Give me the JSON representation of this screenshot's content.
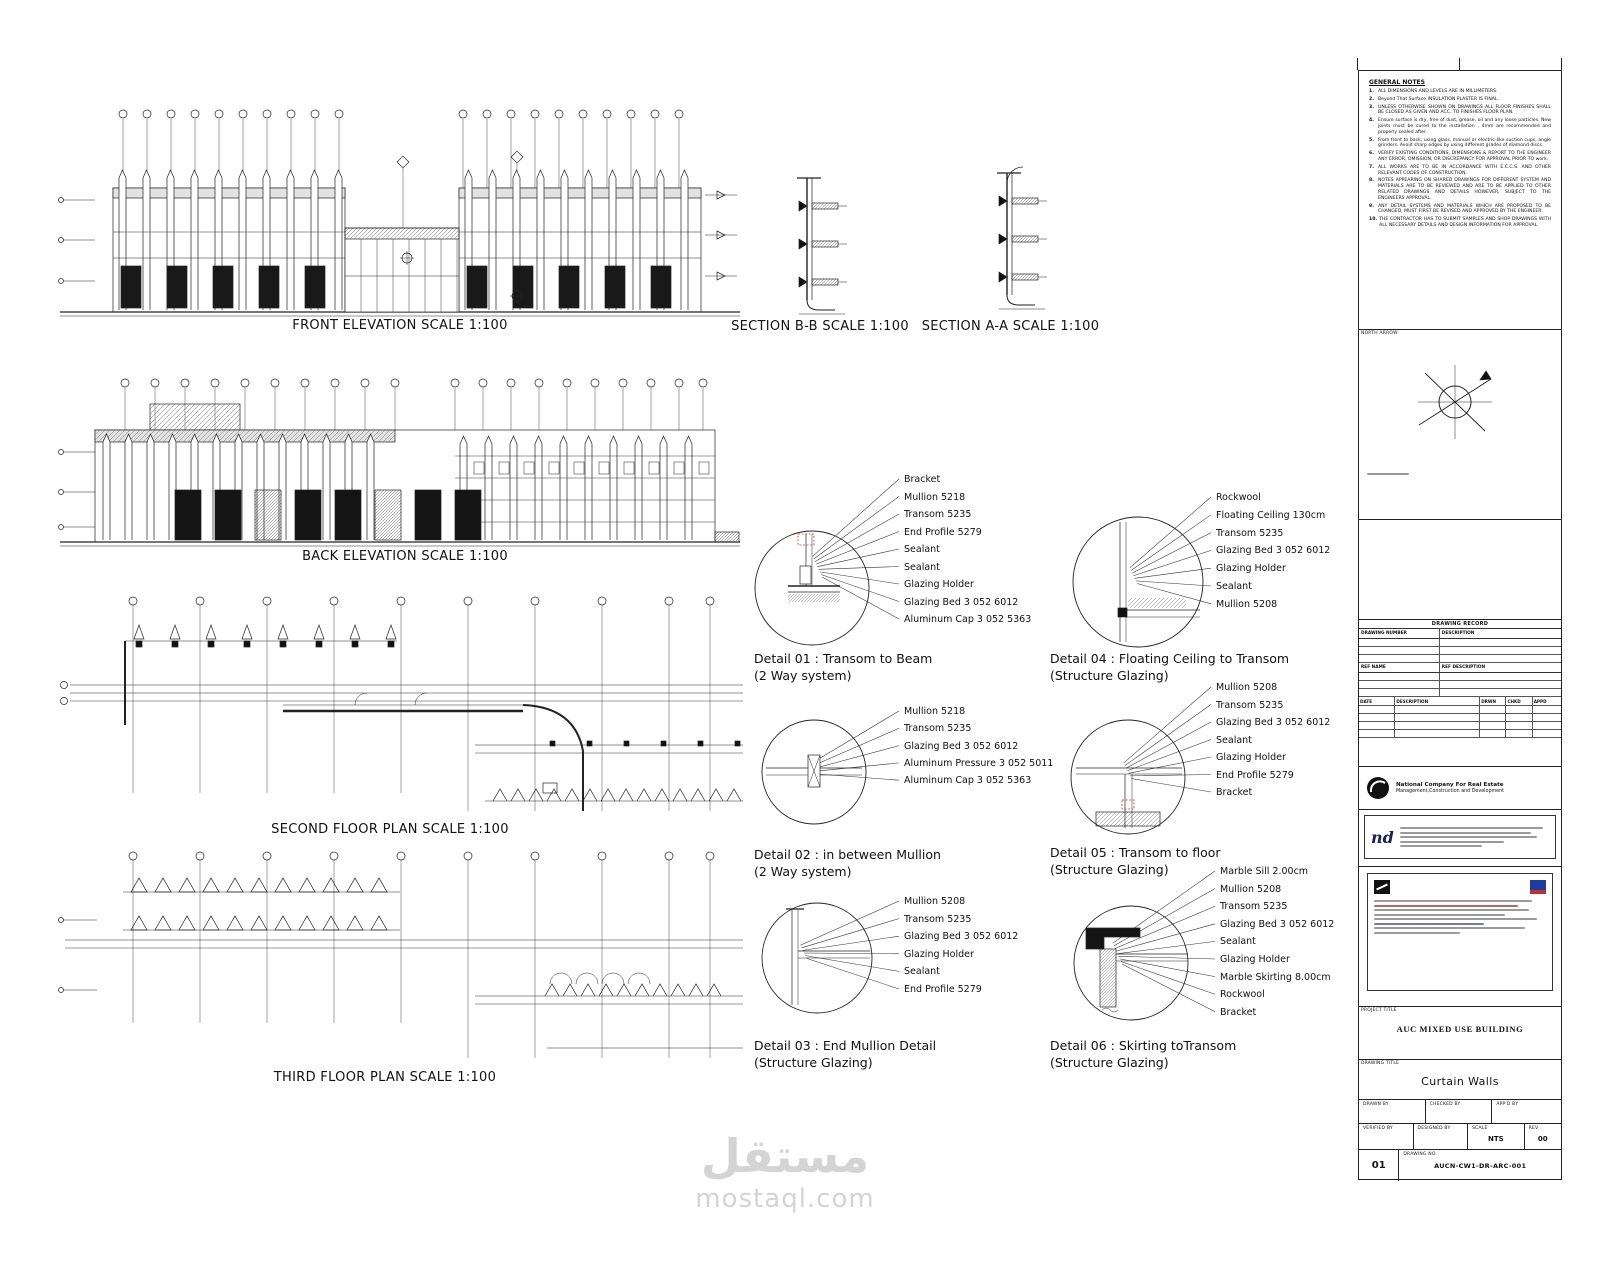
{
  "captions": {
    "front_elevation": "FRONT ELEVATION SCALE 1:100",
    "section_bb": "SECTION B-B SCALE 1:100",
    "section_aa": "SECTION A-A SCALE 1:100",
    "back_elevation": "BACK ELEVATION SCALE 1:100",
    "second_floor": "SECOND FLOOR PLAN SCALE 1:100",
    "third_floor": "THIRD FLOOR PLAN SCALE 1:100"
  },
  "details": [
    {
      "title": "Detail 01 : Transom to Beam",
      "subtitle": "(2 Way system)",
      "labels": [
        "Bracket",
        "Mullion 5218",
        "Transom 5235",
        "End Profile 5279",
        "Sealant",
        "Sealant",
        "Glazing Holder",
        "Glazing Bed 3 052 6012",
        "Aluminum Cap 3 052 5363"
      ]
    },
    {
      "title": "Detail 04 : Floating Ceiling to Transom",
      "subtitle": "(Structure Glazing)",
      "labels": [
        "Rockwool",
        "Floating Ceiling 130cm",
        "Transom 5235",
        "Glazing Bed 3 052 6012",
        "Glazing Holder",
        "Sealant",
        "Mullion 5208"
      ]
    },
    {
      "title": "Detail 02 : in between Mullion",
      "subtitle": "(2 Way system)",
      "labels": [
        "Mullion 5218",
        "Transom 5235",
        "Glazing Bed 3 052 6012",
        "Aluminum Pressure 3 052 5011",
        "Aluminum Cap 3 052 5363"
      ]
    },
    {
      "title": "Detail 05 : Transom to floor",
      "subtitle": "(Structure Glazing)",
      "labels": [
        "Mullion 5208",
        "Transom 5235",
        "Glazing Bed 3 052 6012",
        "Sealant",
        "Glazing Holder",
        "End Profile 5279",
        "Bracket"
      ]
    },
    {
      "title": "Detail 03 : End Mullion Detail",
      "subtitle": "(Structure Glazing)",
      "labels": [
        "Mullion 5208",
        "Transom 5235",
        "Glazing Bed 3 052 6012",
        "Glazing Holder",
        "Sealant",
        "End Profile 5279"
      ]
    },
    {
      "title": "Detail 06 : Skirting toTransom",
      "subtitle": "(Structure Glazing)",
      "labels": [
        "Marble Sill 2.00cm",
        "Mullion 5208",
        "Transom 5235",
        "Glazing Bed 3 052 6012",
        "Sealant",
        "Glazing Holder",
        "Marble Skirting 8.00cm",
        "Rockwool",
        "Bracket"
      ]
    }
  ],
  "general_notes": {
    "title": "GENERAL NOTES",
    "items": [
      "ALL DIMENSIONS AND LEVELS ARE IN MILLIMETERS.",
      "Beyond That Surface INSULATION PLASTER IS FINAL.",
      "UNLESS OTHERWISE SHOWN ON DRAWINGS ALL FLOOR FINISHES SHALL BE CLOSED AS GIVEN AND ACC. TO FINISHES FLOOR PLAN.",
      "Ensure surface is dry, free of dust, grease, oil and any loose particles. New joints must be cured to the installation , 4mm are recommended and properly sealed after.",
      "From front to back, using glass, manual or electric-like suction cups, angle grinders. Avoid sharp edges by using different grades of diamond discs.",
      "VERIFY EXISTING CONDITIONS, DIMENSIONS & REPORT TO THE ENGINEER ANY ERROR, OMISSION, OR DISCREPANCY FOR APPROVAL PRIOR TO work.",
      "ALL WORKS ARE TO BE IN ACCORDANCE WITH E.C.C.S. AND OTHER RELEVANT CODES OF CONSTRUCTION.",
      "NOTES APPEARING ON SHARED DRAWINGS FOR DIFFERENT SYSTEM AND MATERIALS ARE TO BE REVIEWED AND ARE TO BE APPLIED TO OTHER RELATED DRAWINGS AND DETAILS HOWEVER, SUBJECT TO THE ENGINEERS APPROVAL.",
      "ANY DETAIL SYSTEMS AND MATERIALS WHICH ARE PROPOSED TO BE CHANGED, MUST FIRST BE REVISED AND APPROVED BY THE ENGINEER.",
      "THE CONTRACTOR HAS TO SUBMIT SAMPLES AND SHOP DRAWINGS WITH ALL NECESSARY DETAILS AND DESIGN INFORMATION FOR APPROVAL."
    ]
  },
  "titleblock": {
    "north_label": "NORTH ARROW",
    "record": {
      "title": "DRAWING RECORD",
      "col1": "DRAWING NUMBER",
      "col2": "DESCRIPTION",
      "ref1": "REF NAME",
      "ref2": "REF DESCRIPTION",
      "t_date": "DATE",
      "t_desc": "DESCRIPTION",
      "t_drwn": "DRWN",
      "t_chkd": "CHKD",
      "t_appd": "APPD"
    },
    "company": {
      "line1": "National Company For Real Estate",
      "line2": "Management,Construction and Development"
    },
    "nd_logo": "nd",
    "project_title_label": "PROJECT TITLE",
    "project_title": "AUC MIXED USE BUILDING",
    "drawing_title_label": "DRAWING TITLE",
    "drawing_title": "Curtain Walls",
    "drawn_by": "DRAWN BY",
    "checked_by": "CHECKED BY",
    "appd_by": "APP'D BY",
    "verified_by": "VERIFIED BY",
    "designed_by": "DESIGNED BY",
    "scale_label": "SCALE",
    "scale": "NTS",
    "rev_label": "REV",
    "rev": "00",
    "drawing_no_label": "DRAWING NO.",
    "drawing_no": "AUCN-CW1-DR-ARC-001",
    "sheet_no": "01"
  },
  "watermark": {
    "arabic": "مستقل",
    "latin": "mostaql.com"
  }
}
